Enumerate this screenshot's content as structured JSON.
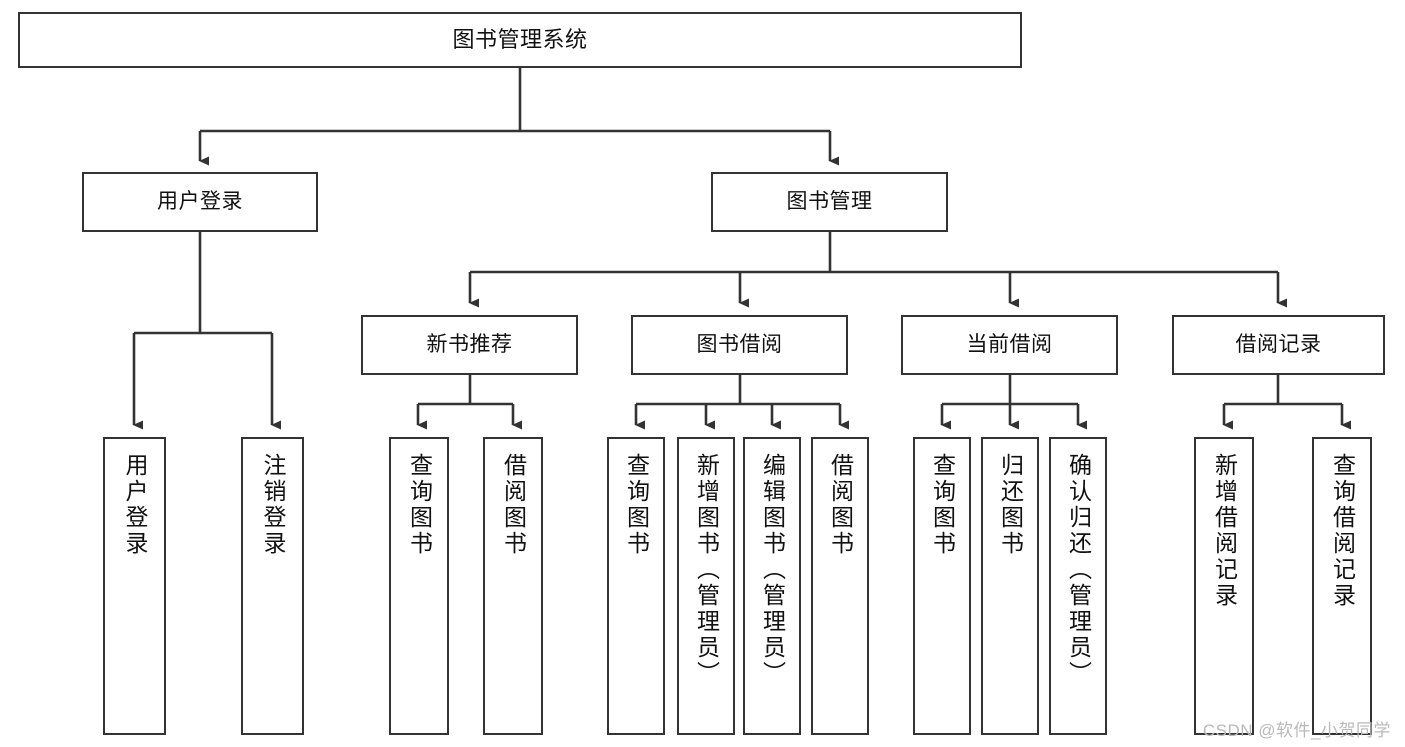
{
  "diagram": {
    "type": "hierarchy-tree",
    "title": "图书管理系统",
    "watermark": "CSDN @软件_小贺同学",
    "colors": {
      "background": "#ffffff",
      "stroke": "#333333",
      "text": "#111111",
      "watermark": "#b9b9b9"
    },
    "root": {
      "label": "图书管理系统"
    },
    "level1": [
      {
        "label": "用户登录"
      },
      {
        "label": "图书管理"
      }
    ],
    "level2": [
      {
        "label": "新书推荐"
      },
      {
        "label": "图书借阅"
      },
      {
        "label": "当前借阅"
      },
      {
        "label": "借阅记录"
      }
    ],
    "leaves": {
      "user_login": [
        {
          "label": "用户登录"
        },
        {
          "label": "注销登录"
        }
      ],
      "new_book": [
        {
          "label": "查询图书"
        },
        {
          "label": "借阅图书"
        }
      ],
      "book_borrow": [
        {
          "label": "查询图书"
        },
        {
          "label": "新增图书（管理员）"
        },
        {
          "label": "编辑图书（管理员）"
        },
        {
          "label": "借阅图书"
        }
      ],
      "current_borrow": [
        {
          "label": "查询图书"
        },
        {
          "label": "归还图书"
        },
        {
          "label": "确认归还（管理员）"
        }
      ],
      "borrow_record": [
        {
          "label": "新增借阅记录"
        },
        {
          "label": "查询借阅记录"
        }
      ]
    }
  }
}
